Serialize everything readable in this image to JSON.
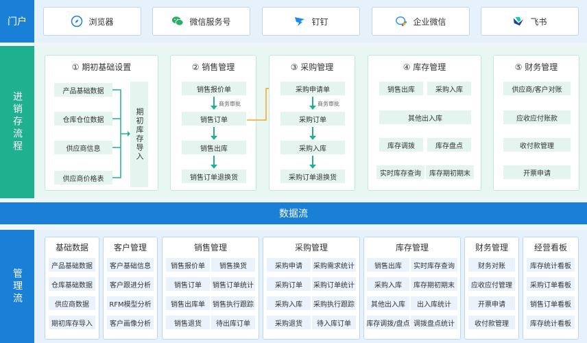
{
  "labels": {
    "portal": "门户",
    "flow": "进销存流程",
    "data_flow": "数据流",
    "mgmt": "管理流"
  },
  "portal": [
    {
      "label": "浏览器",
      "icon": "compass-icon"
    },
    {
      "label": "微信服务号",
      "icon": "wechat-icon"
    },
    {
      "label": "钉钉",
      "icon": "dingtalk-icon"
    },
    {
      "label": "企业微信",
      "icon": "wecom-icon"
    },
    {
      "label": "飞书",
      "icon": "feishu-icon"
    }
  ],
  "flow": {
    "basic": {
      "title": "① 期初基础设置",
      "items": [
        "产品基础数据",
        "仓库仓位数据",
        "供应商信息",
        "供应商价格表"
      ],
      "side": "期初库存导入"
    },
    "sales": {
      "title": "② 销售管理",
      "items": [
        "销售报价单",
        "销售订单",
        "销售出库",
        "销售订单退换货"
      ],
      "note": "商务审批"
    },
    "purchase": {
      "title": "③ 采购管理",
      "items": [
        "采购申请单",
        "采购订单",
        "采购入库",
        "采购订单退换货"
      ],
      "note": "商务审批"
    },
    "inventory": {
      "title": "④ 库存管理",
      "items": [
        "销售出库",
        "采购入库",
        "其他出入库",
        "库存调拨",
        "库存盘点",
        "实时库存查询",
        "库存期初期末"
      ]
    },
    "finance": {
      "title": "⑤ 财务管理",
      "items": [
        "供应商/客户对账",
        "应收应付账款",
        "收付款管理",
        "开票申请"
      ]
    }
  },
  "mgmt": [
    {
      "title": "基础数据",
      "items": [
        "产品基础数据",
        "仓库基础数据",
        "供应商数据",
        "期初库存导入"
      ]
    },
    {
      "title": "客户管理",
      "items": [
        "客户基础信息",
        "客户跟进分析",
        "RFM模型分析",
        "客户画像分析"
      ]
    },
    {
      "title": "销售管理",
      "items": [
        "销售报价单",
        "销售换货",
        "销售订单",
        "销售订单统计",
        "销售出库单",
        "销售执行跟踪",
        "销售退货",
        "待出库订单"
      ]
    },
    {
      "title": "采购管理",
      "items": [
        "采购申请",
        "采购需求统计",
        "采购订单",
        "采购订单统计",
        "采购入库",
        "采购执行跟踪",
        "采购退货",
        "待入库订单"
      ]
    },
    {
      "title": "库存管理",
      "items": [
        "销售出库",
        "实时库存查询",
        "采购入库",
        "库存期初期末",
        "其他出入库",
        "出入库统计",
        "库存调拨/盘点",
        "调拨盘点统计"
      ]
    },
    {
      "title": "财务管理",
      "items": [
        "财务对账",
        "应收应付管理",
        "开票申请",
        "收付款管理"
      ]
    },
    {
      "title": "经营看板",
      "items": [
        "库存统计看板",
        "采购订单看板",
        "销售订单看板",
        "库存统计看板"
      ]
    }
  ],
  "colors": {
    "blue": "#1a7fd6",
    "green": "#1fb08f",
    "orange": "#f5a623"
  }
}
